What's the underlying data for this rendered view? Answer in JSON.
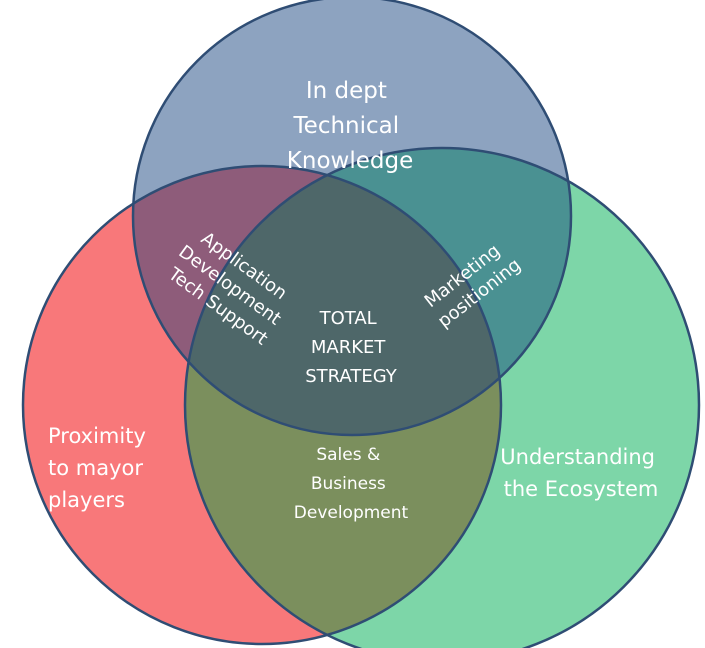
{
  "circles": {
    "top": {
      "lines": [
        "In dept",
        "Technical",
        "Knowledge"
      ],
      "color": "#8da3c0"
    },
    "left": {
      "lines": [
        "Proximity",
        "to mayor",
        "players"
      ],
      "color": "#f8787a"
    },
    "right": {
      "lines": [
        "Understanding",
        "the Ecosystem"
      ],
      "color": "#7dd6a8"
    }
  },
  "overlaps": {
    "top_left": {
      "lines": [
        "Application",
        "Development",
        "Tech Support"
      ],
      "color": "#8e5c7a"
    },
    "top_right": {
      "lines": [
        "Marketing",
        "positioning"
      ],
      "color": "#4a9192"
    },
    "left_right": {
      "lines": [
        "Sales &",
        "Business",
        "Development"
      ],
      "color": "#7b8f5d"
    },
    "center": {
      "lines": [
        "TOTAL",
        "MARKET",
        "STRATEGY"
      ],
      "color": "#4e6769"
    }
  },
  "outline_color": "#2f4d74"
}
